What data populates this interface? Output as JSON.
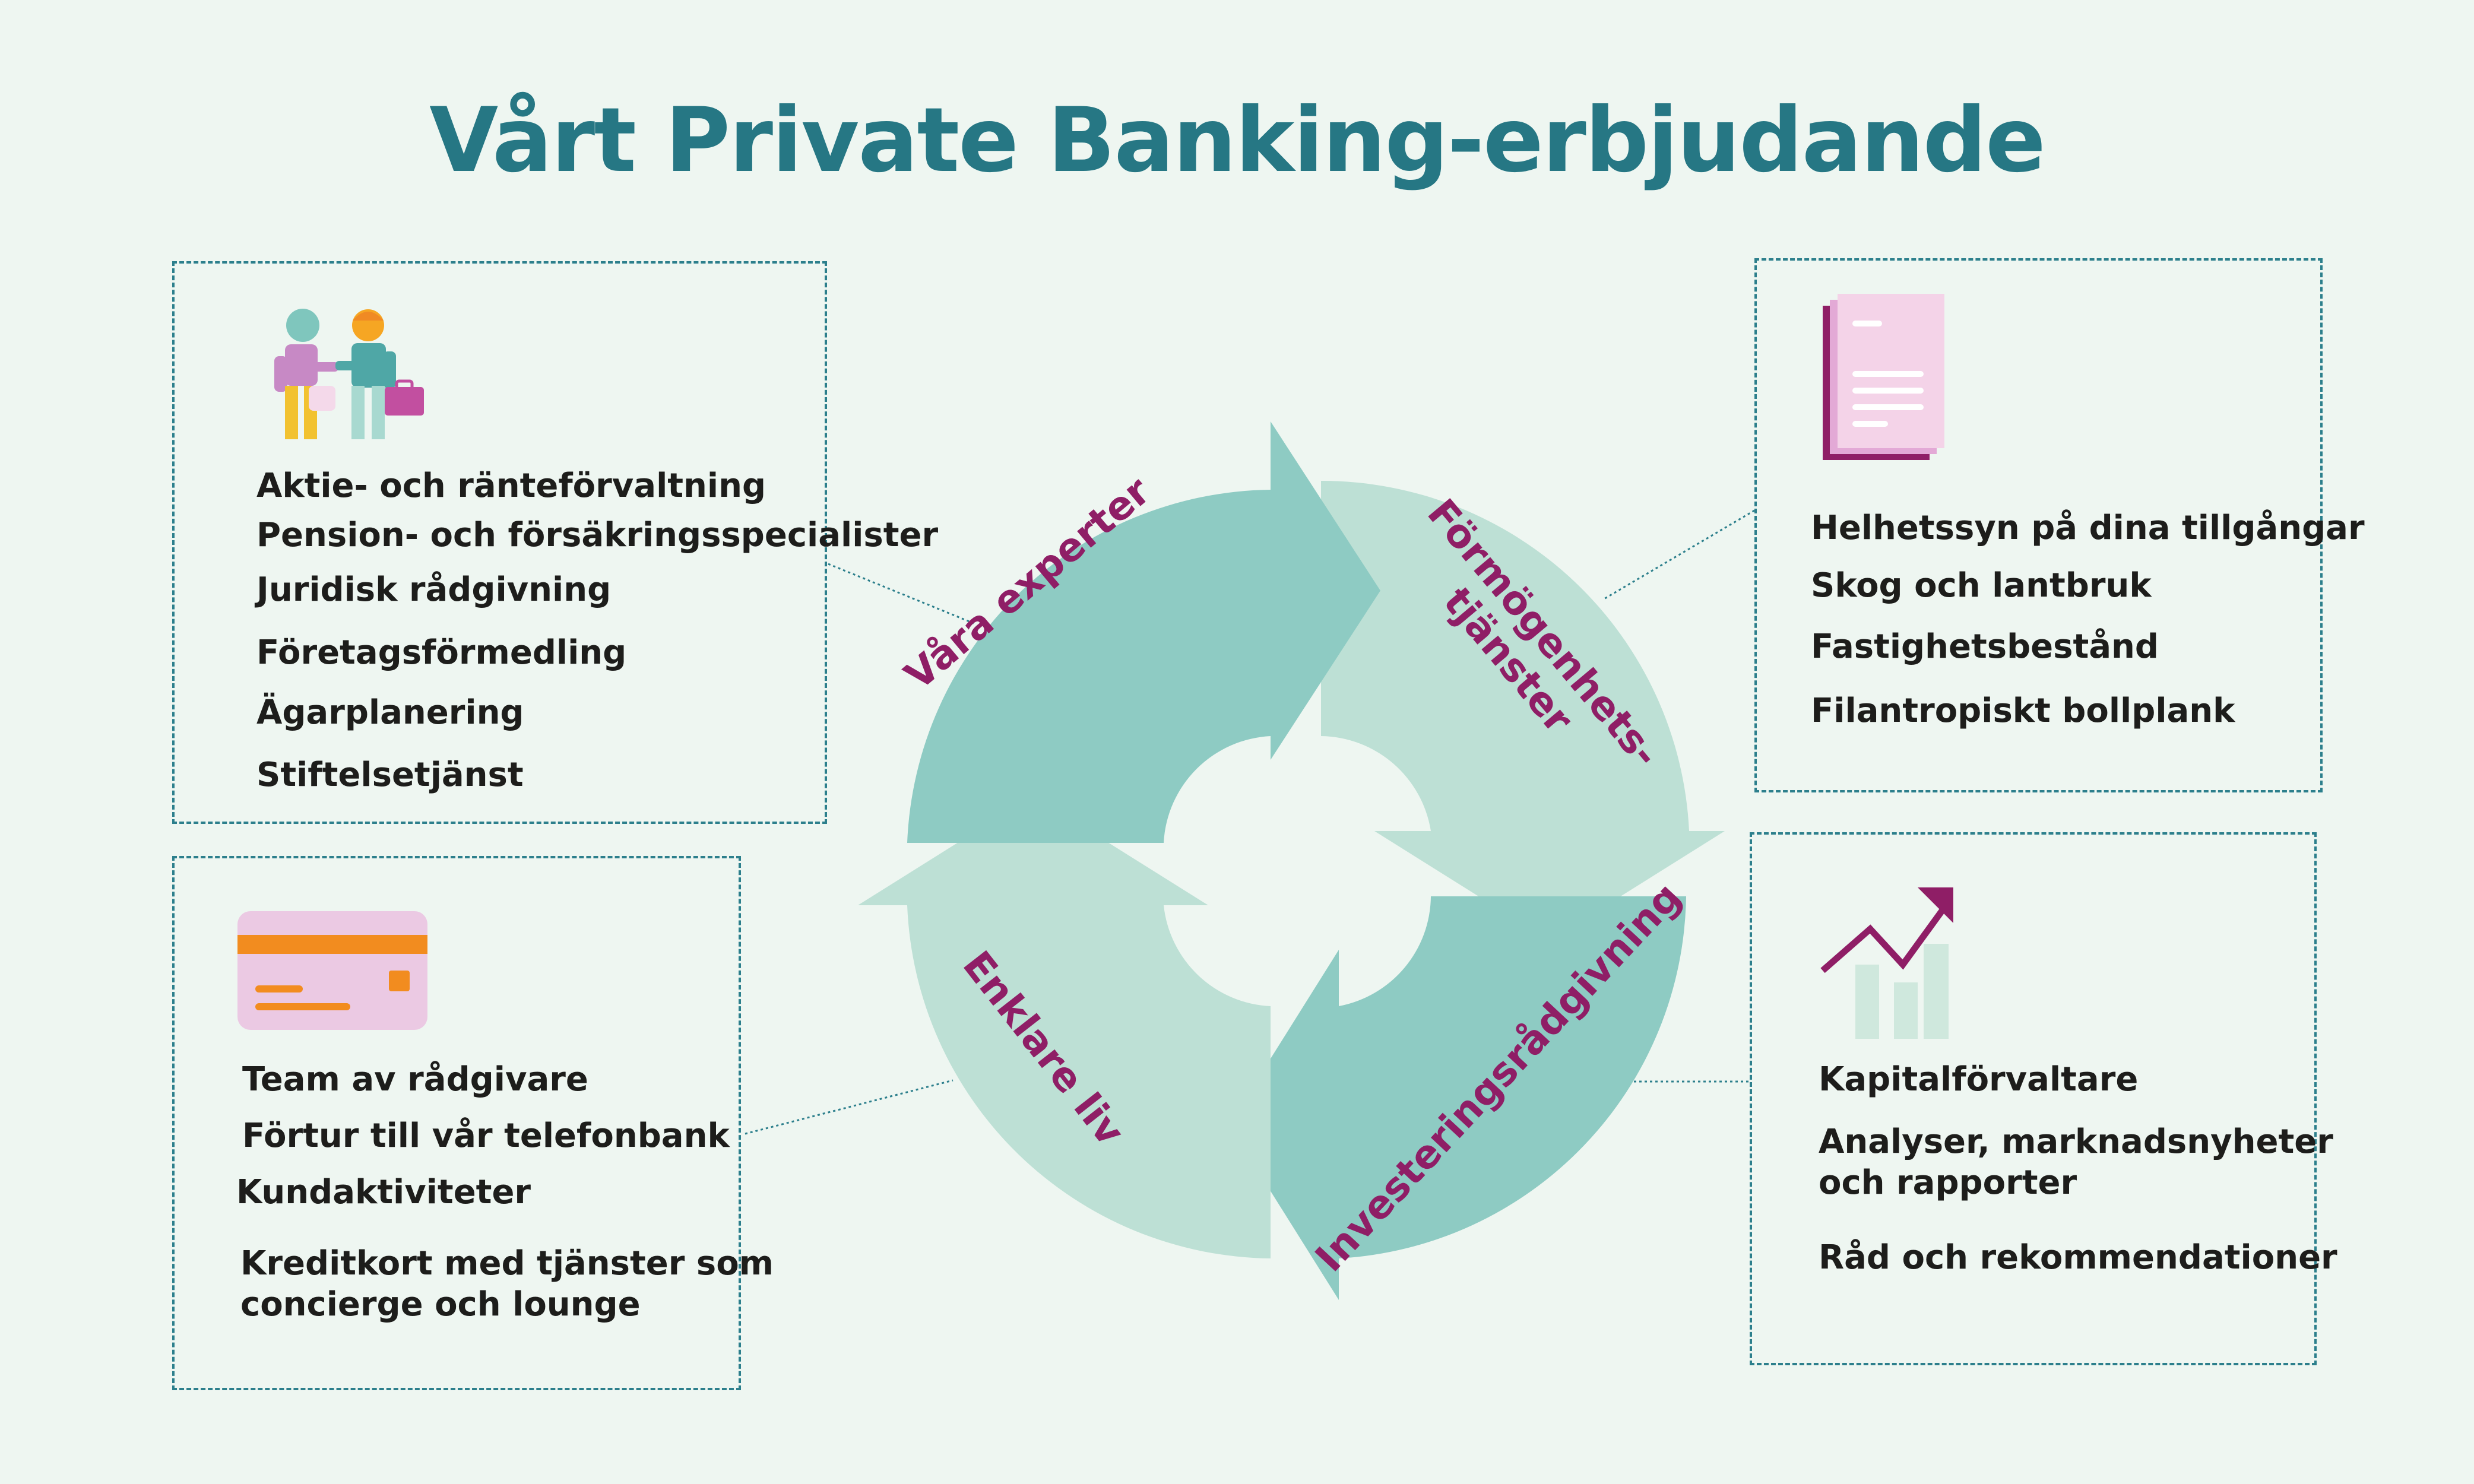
{
  "title": "Vårt Private Banking-erbjudande",
  "colors": {
    "teal_dark": "#8ecbc3",
    "teal_light": "#bde0d5",
    "title": "#267784",
    "label": "#8f1e66",
    "border": "#2c7f8c"
  },
  "cycle": {
    "segments": [
      {
        "label": "Våra experter"
      },
      {
        "label_line1": "Förmögenhets-",
        "label_line2": "tjänster"
      },
      {
        "label": "Investeringsrådgivning"
      },
      {
        "label": "Enklare liv"
      }
    ]
  },
  "boxes": {
    "experts": {
      "icon": "handshake-people-icon",
      "items": [
        "Aktie- och ränteförvaltning",
        "Pension- och försäkringsspecialister",
        "Juridisk rådgivning",
        "Företagsförmedling",
        "Ägarplanering",
        "Stiftelsetjänst"
      ]
    },
    "wealth": {
      "icon": "document-icon",
      "items": [
        "Helhetssyn på dina tillgångar",
        "Skog och lantbruk",
        "Fastighetsbestånd",
        "Filantropiskt bollplank"
      ]
    },
    "life": {
      "icon": "credit-card-icon",
      "items": [
        "Team av rådgivare",
        "Förtur till vår telefonbank",
        "Kundaktiviteter",
        "Kreditkort med tjänster som",
        "concierge och lounge"
      ]
    },
    "investment": {
      "icon": "growth-chart-icon",
      "items": [
        "Kapitalförvaltare",
        "Analyser, marknadsnyheter",
        "och rapporter",
        "Råd och rekommendationer"
      ]
    }
  }
}
